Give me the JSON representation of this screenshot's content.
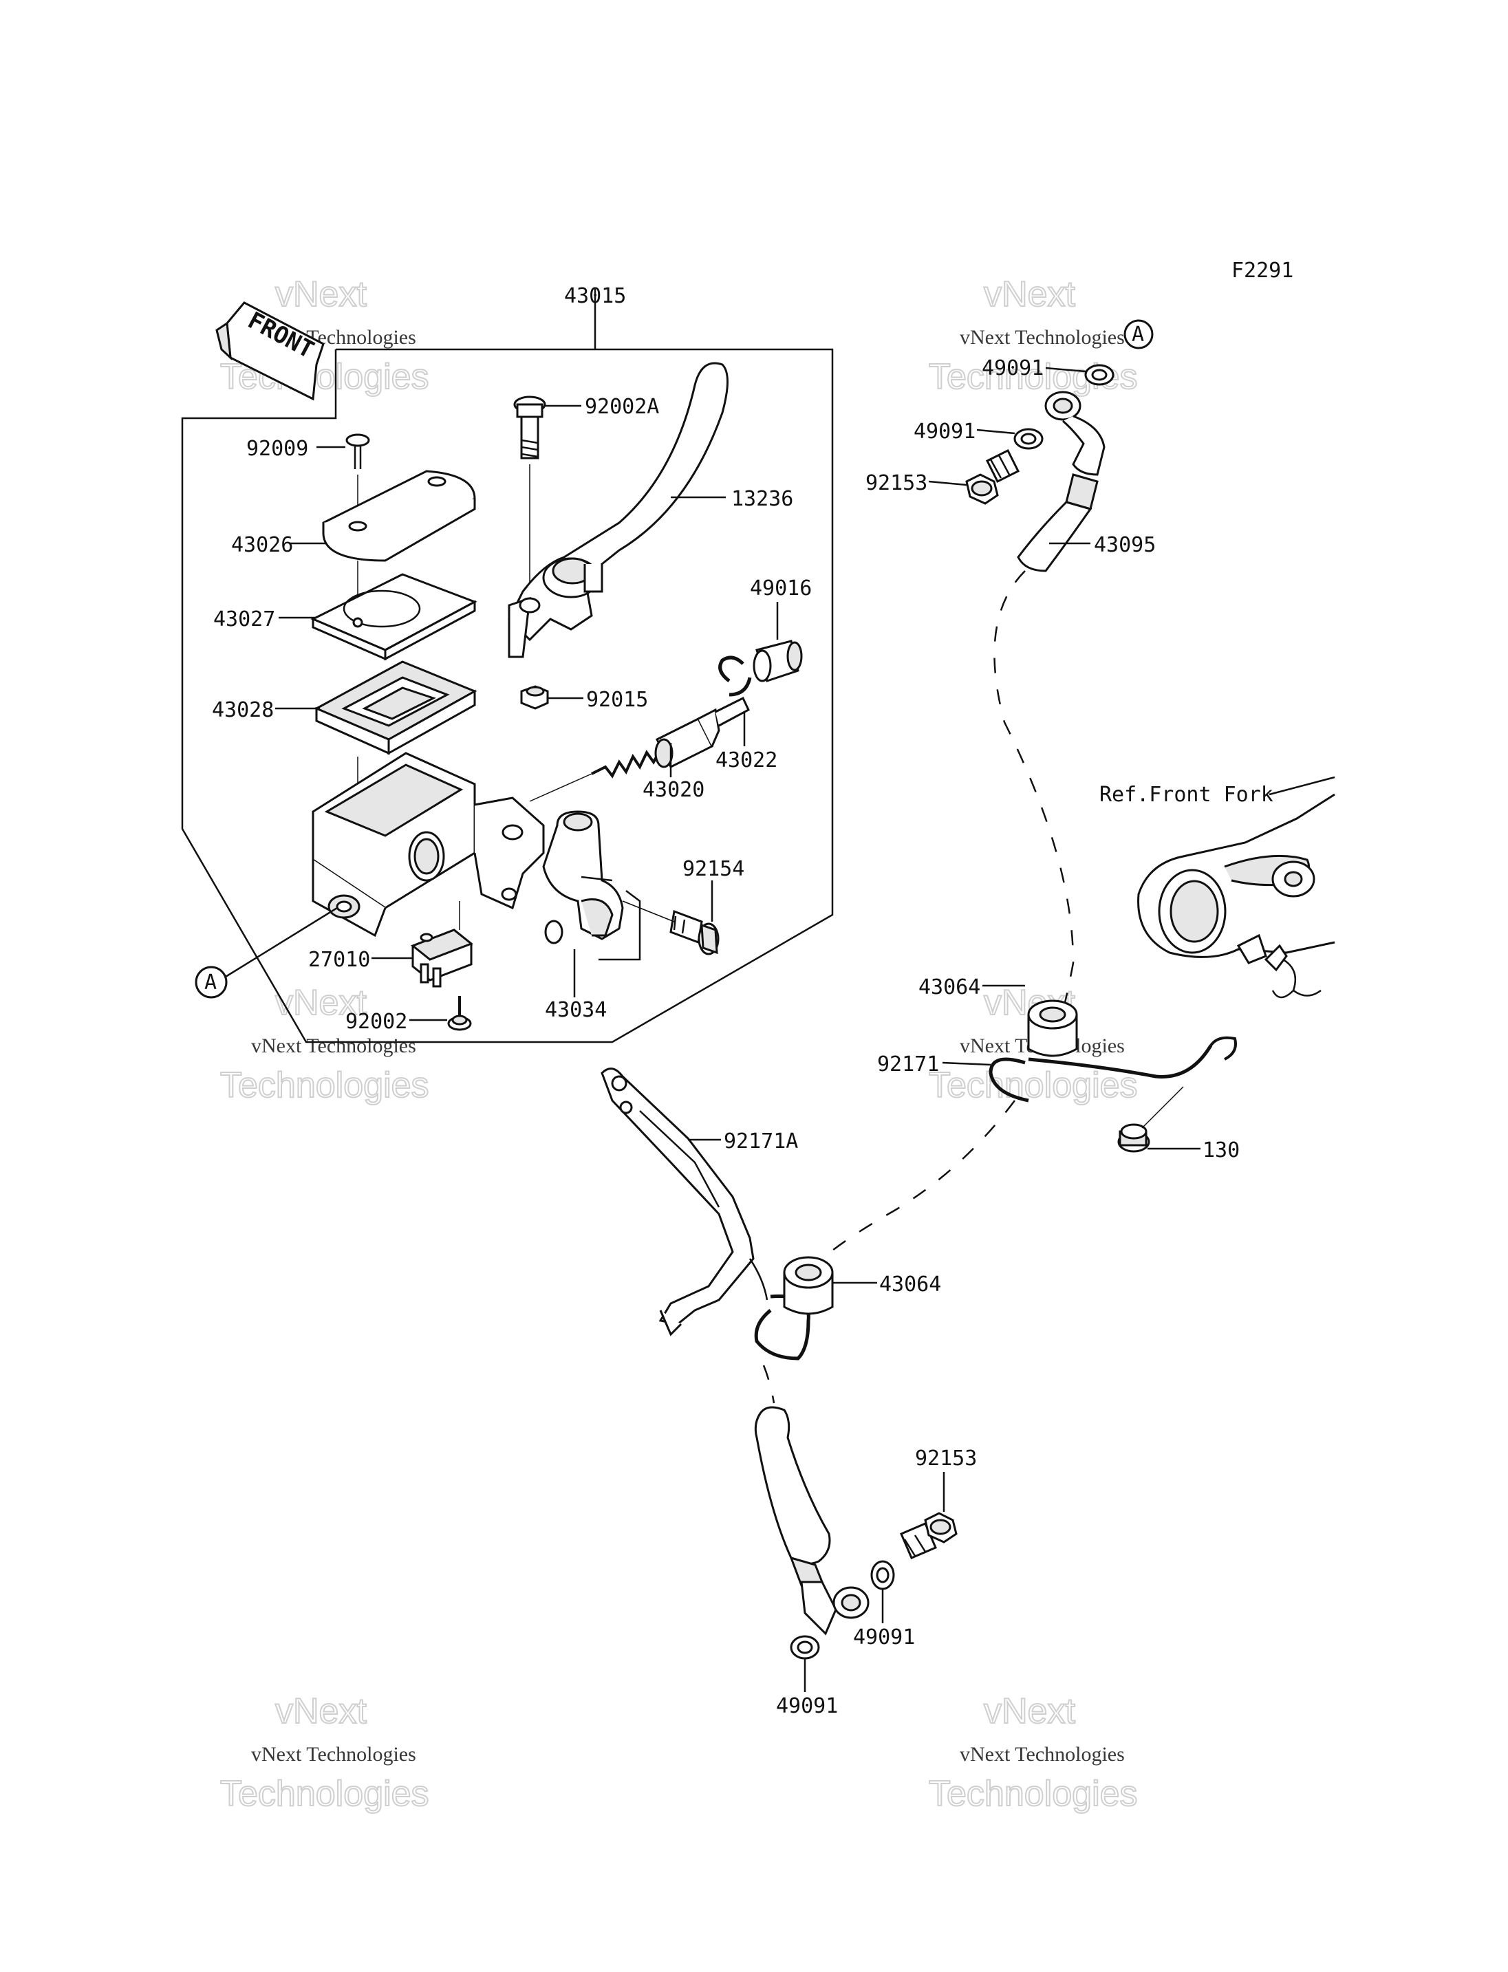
{
  "figure_code": "F2291",
  "front_label": "FRONT",
  "ref_label": "Ref.Front Fork",
  "callout_a": "A",
  "watermark": {
    "line1": "vNext",
    "line2": "vNext Technologies",
    "line3": "Technologies"
  },
  "parts": {
    "p43015": "43015",
    "p92009": "92009",
    "p43026": "43026",
    "p43027": "43027",
    "p43028": "43028",
    "p92002A": "92002A",
    "p13236": "13236",
    "p49016": "49016",
    "p92015": "92015",
    "p43022": "43022",
    "p43020": "43020",
    "p92154": "92154",
    "p27010": "27010",
    "p43034": "43034",
    "p92002": "92002",
    "p49091_a": "49091",
    "p49091_b": "49091",
    "p92153_a": "92153",
    "p43095": "43095",
    "p43064_a": "43064",
    "p92171": "92171",
    "p92171A": "92171A",
    "p130": "130",
    "p43064_b": "43064",
    "p92153_b": "92153",
    "p49091_c": "49091",
    "p49091_d": "49091"
  }
}
